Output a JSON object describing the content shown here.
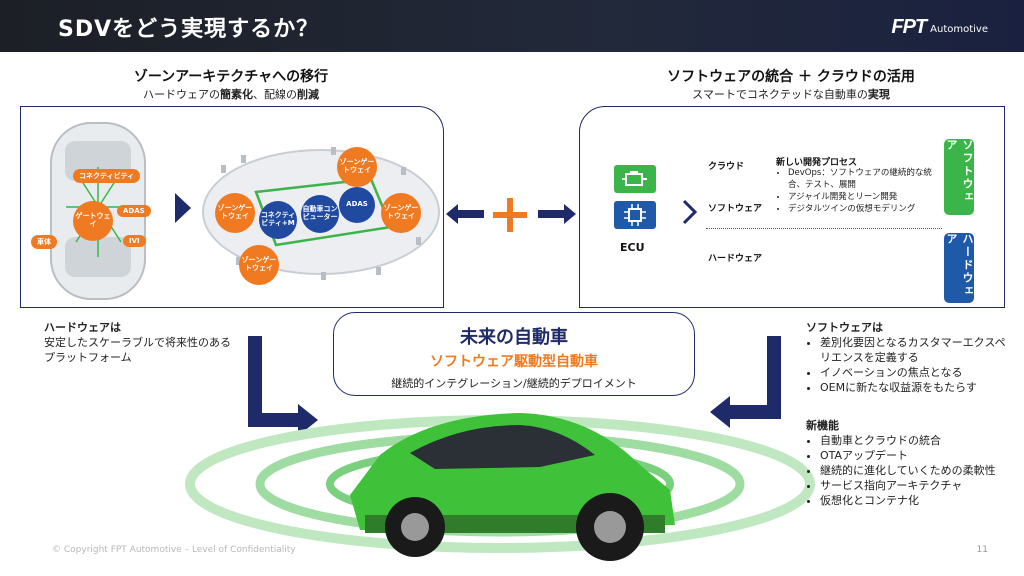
{
  "header": {
    "title": "SDVをどう実現するか？",
    "logo": "FPT",
    "logo_sub": "Automotive"
  },
  "left_section": {
    "title": "ゾーンアーキテクチャへの移行",
    "subtitle_pre": "ハードウェアの",
    "subtitle_b1": "簡素化",
    "subtitle_mid": "、配線の",
    "subtitle_b2": "削減"
  },
  "right_section": {
    "title": "ソフトウェアの統合 ＋ クラウドの活用",
    "subtitle_pre": "スマートでコネクテッドな自動車の",
    "subtitle_b": "実現"
  },
  "car_diagram": {
    "connectivity": "コネクティビティ",
    "gateway": "ゲートウェイ",
    "adas": "ADAS",
    "body": "車体",
    "ivi": "IVI"
  },
  "zone_diagram": {
    "zone_gw": "ゾーンゲートウェイ",
    "connectivity_m": "コネクティビティ+M",
    "vehicle_computer": "自動車コンピューター",
    "adas": "ADAS"
  },
  "ecu_panel": {
    "ecu": "ECU",
    "cloud": "クラウド",
    "software": "ソフトウェア",
    "hardware": "ハードウェア",
    "new_dev_title": "新しい開発プロセス",
    "bullets": [
      "DevOps：ソフトウェアの継続的な統合、テスト、展開",
      "アジャイル開発とリーン開発",
      "デジタルツインの仮想モデリング"
    ],
    "bar_software": "ソフトウェア",
    "bar_hardware": "ハードウェア"
  },
  "center": {
    "title": "未来の自動車",
    "subtitle": "ソフトウェア駆動型自動車",
    "desc": "継続的インテグレーション/継続的デプロイメント"
  },
  "hardware_note": {
    "head": "ハードウェアは",
    "line1": "安定したスケーラブルで将来性のある",
    "line2": "プラットフォーム"
  },
  "software_note": {
    "head": "ソフトウェアは",
    "bullets": [
      "差別化要因となるカスタマーエクスペリエンスを定義する",
      "イノベーションの焦点となる",
      "OEMに新たな収益源をもたらす"
    ]
  },
  "new_features": {
    "head": "新機能",
    "bullets": [
      "自動車とクラウドの統合",
      "OTAアップデート",
      "継続的に進化していくための柔軟性",
      "サービス指向アーキテクチャ",
      "仮想化とコンテナ化"
    ]
  },
  "footer": {
    "copyright": "© Copyright FPT Automotive – Level of Confidentiality",
    "page": "11"
  },
  "colors": {
    "navy": "#1f2a6b",
    "orange": "#f07a21",
    "green": "#3bb54a",
    "blue": "#1f5aa8",
    "car_green": "#3fc23a"
  }
}
